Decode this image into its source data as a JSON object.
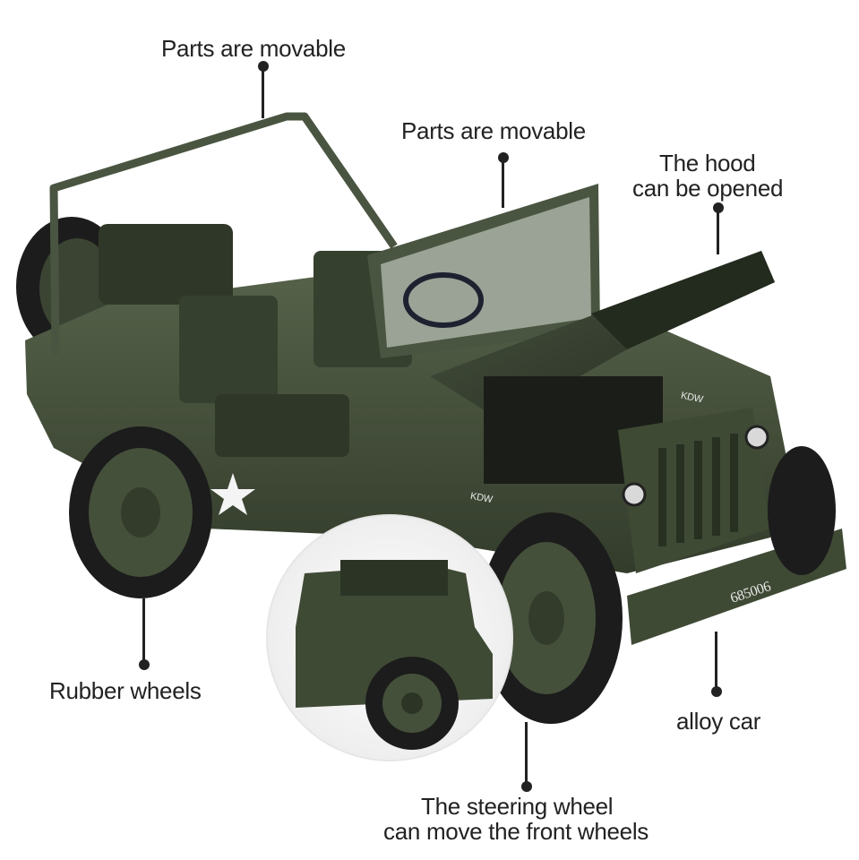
{
  "labels": {
    "parts_movable_top": "Parts are movable",
    "parts_movable_windshield": "Parts are movable",
    "hood_line1": "The hood",
    "hood_line2": "can be opened",
    "rubber_wheels": "Rubber wheels",
    "alloy_car": "alloy car",
    "steering_line1": "The steering wheel",
    "steering_line2": "can move the front wheels"
  },
  "vehicle": {
    "plate": "685006",
    "hood_badge": "KDW",
    "fender_badge": "KDW"
  },
  "colors": {
    "body_olive": "#3f4a35",
    "body_dark": "#2a3224",
    "tire": "#1c1c1c",
    "text": "#222222"
  }
}
